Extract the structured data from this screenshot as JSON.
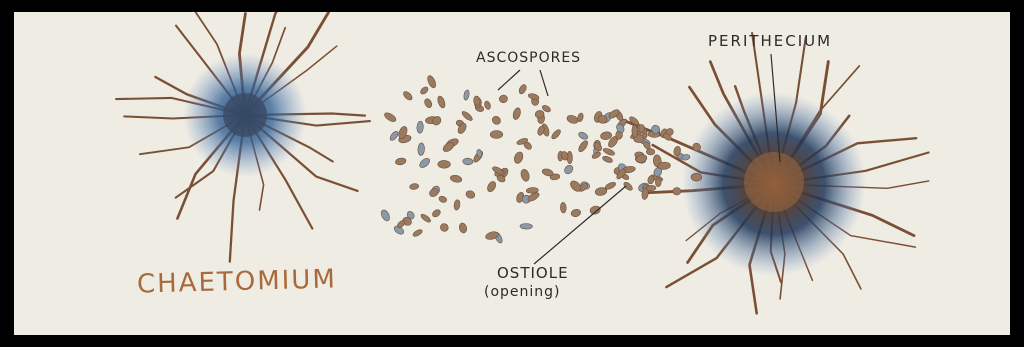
{
  "labels": {
    "organism": "CHAETOMIUM",
    "ascospores": "ASCOSPORES",
    "perithecium": "PERITHECIUM",
    "ostiole": "OSTIOLE",
    "ostiole_note": "(opening)"
  },
  "colors": {
    "paper": "#efece4",
    "hair_brown": "#7a5035",
    "blue_halo": "#3d6fa8",
    "core_brown": "#a0673e",
    "title_orange": "#a86a3a",
    "spore": "#9b7a5e"
  }
}
